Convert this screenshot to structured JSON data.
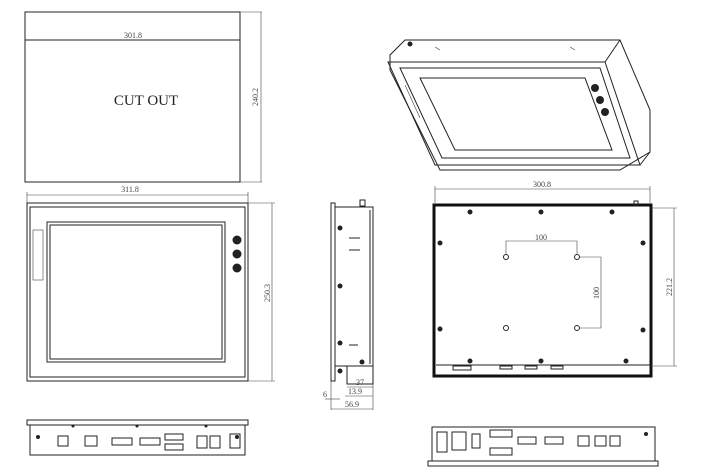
{
  "cutout": {
    "label": "CUT OUT",
    "width": "301.8",
    "height": "240.2"
  },
  "front_view": {
    "width": "311.8",
    "height": "250.3"
  },
  "side_view": {
    "d1": "37",
    "d2": "13.9",
    "d3": "6",
    "depth": "56.9"
  },
  "back_view": {
    "width": "300.8",
    "height": "221.2",
    "vesa_h": "100",
    "vesa_v": "100"
  }
}
